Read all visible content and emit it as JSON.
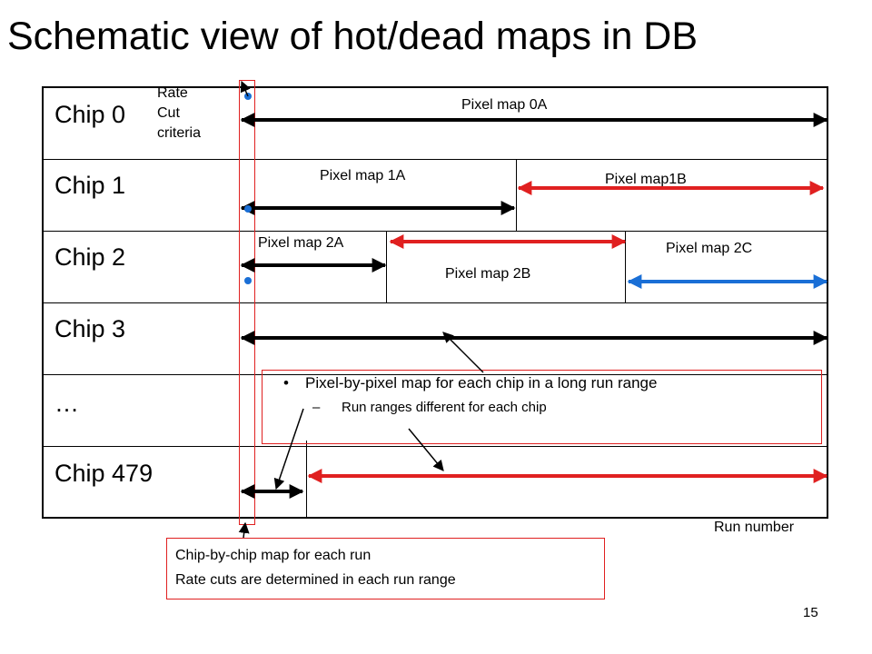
{
  "title": "Schematic view of hot/dead maps in DB",
  "chips": [
    "Chip 0",
    "Chip 1",
    "Chip 2",
    "Chip 3",
    "…",
    "Chip 479"
  ],
  "rate_cut_label": [
    "Rate",
    "Cut",
    "criteria"
  ],
  "maps": {
    "m0a": "Pixel map 0A",
    "m1a": "Pixel map 1A",
    "m1b": "Pixel map1B",
    "m2a": "Pixel map 2A",
    "m2b": "Pixel map 2B",
    "m2c": "Pixel map 2C"
  },
  "run_number_label": "Run number",
  "pixel_note": {
    "bullet": "Pixel-by-pixel map for each chip in a long run range",
    "sub": "Run ranges different for each chip"
  },
  "chip_note": [
    "Chip-by-chip map for each run",
    "Rate cuts are determined in each run range"
  ],
  "page_number": "15",
  "colors": {
    "red": "#e02020",
    "blue": "#1a6fd6",
    "black": "#000000"
  }
}
